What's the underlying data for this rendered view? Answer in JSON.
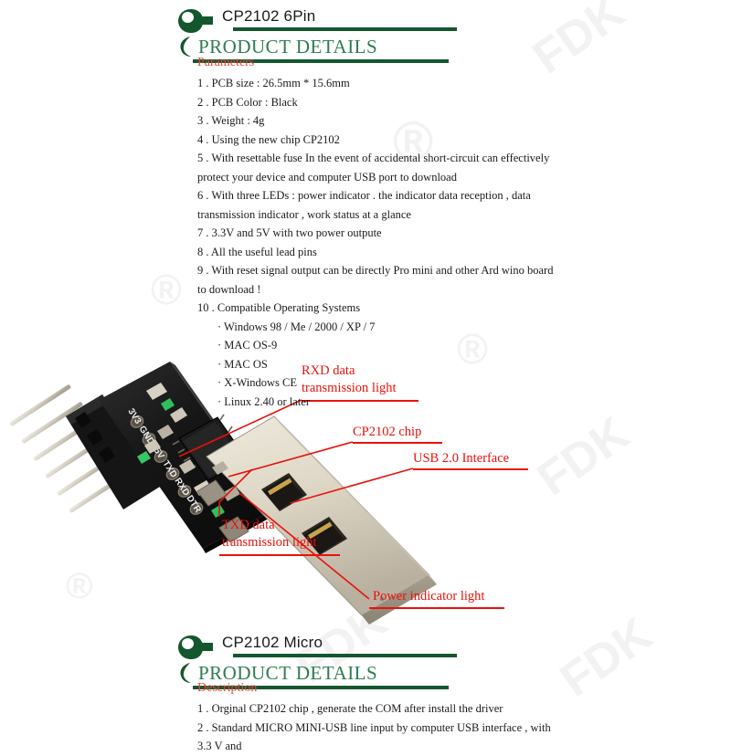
{
  "sections": [
    {
      "id": "cp2102-6pin",
      "title": "CP2102 6Pin",
      "subtitle": "PRODUCT DETAILS",
      "heading": "Parameters",
      "items": [
        "1 . PCB size : 26.5mm * 15.6mm",
        "2 . PCB Color : Black",
        "3 . Weight : 4g",
        "4 . Using the new chip CP2102",
        "5 . With resettable fuse In the event of accidental short-circuit can effectively protect your device and computer USB port to download",
        "6 . With three LEDs : power indicator . the indicator data reception , data transmission indicator , work status at a glance",
        "7 . 3.3V and 5V with two power outpute",
        "8 . All the useful lead pins",
        "9 . With reset signal output can be directly Pro mini and other Ard wino board to download !",
        "10 . Compatible Operating Systems"
      ],
      "os_list": [
        "· Windows 98 / Me / 2000 / XP / 7",
        "· MAC OS-9",
        "· MAC OS",
        "· X-Windows CE",
        "· Linux 2.40 or later"
      ]
    },
    {
      "id": "cp2102-micro",
      "title": "CP2102 Micro",
      "subtitle": "PRODUCT DETAILS",
      "heading": "Description",
      "items": [
        "1 . Orginal CP2102 chip , generate the COM after install the driver",
        "2 . Standard MICRO MINI-USB line input by computer USB interface , with 3.3 V and"
      ]
    }
  ],
  "photo": {
    "alt": "CP2102 USB to TTL serial adapter module with 6-pin header and USB 2.0 type-A connector",
    "pcb_pin_labels": [
      "3V3",
      "GND",
      "+5V",
      "TXD",
      "RXD",
      "DTR"
    ],
    "annotations": [
      {
        "name": "rxd-light",
        "text": "RXD data\ntransmission light"
      },
      {
        "name": "cp2102-chip",
        "text": "CP2102 chip"
      },
      {
        "name": "usb-interface",
        "text": "USB 2.0 Interface"
      },
      {
        "name": "txd-light",
        "text": "TXD data\ntransmission light"
      },
      {
        "name": "power-light",
        "text": "Power indicator light"
      }
    ]
  },
  "watermark": {
    "text": "FDK",
    "symbol": "®"
  },
  "colors": {
    "brand_dark_green": "#14572f",
    "brand_green": "#2e7d52",
    "accent_red": "#e8463c",
    "annotation_red": "#e8120c",
    "body_text": "#1a1a1a"
  }
}
